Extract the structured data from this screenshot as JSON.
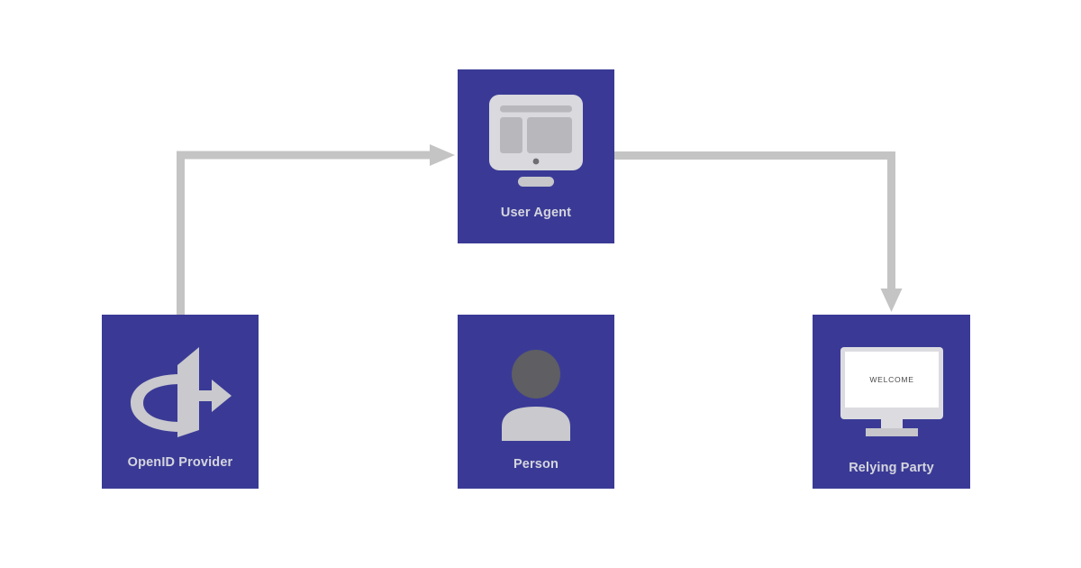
{
  "diagram": {
    "title": "OpenID Connect roles diagram",
    "background_color": "#ffffff",
    "node_color": "#3A3A96",
    "connector_color": "#C4C4C4",
    "label_color": "#D5D5DE"
  },
  "nodes": [
    {
      "id": "user-agent",
      "label": "User Agent",
      "icon": "browser-window-icon"
    },
    {
      "id": "openid-provider",
      "label": "OpenID Provider",
      "icon": "openid-logo-icon"
    },
    {
      "id": "person",
      "label": "Person",
      "icon": "person-icon"
    },
    {
      "id": "relying-party",
      "label": "Relying Party",
      "icon": "monitor-welcome-icon",
      "screen_text": "WELCOME"
    }
  ],
  "connectors": [
    {
      "id": "openid-provider-to-user-agent",
      "from": "openid-provider",
      "to": "user-agent",
      "direction": "up-right",
      "arrowhead": "end"
    },
    {
      "id": "user-agent-to-relying-party",
      "from": "user-agent",
      "to": "relying-party",
      "direction": "right-down",
      "arrowhead": "end"
    }
  ]
}
